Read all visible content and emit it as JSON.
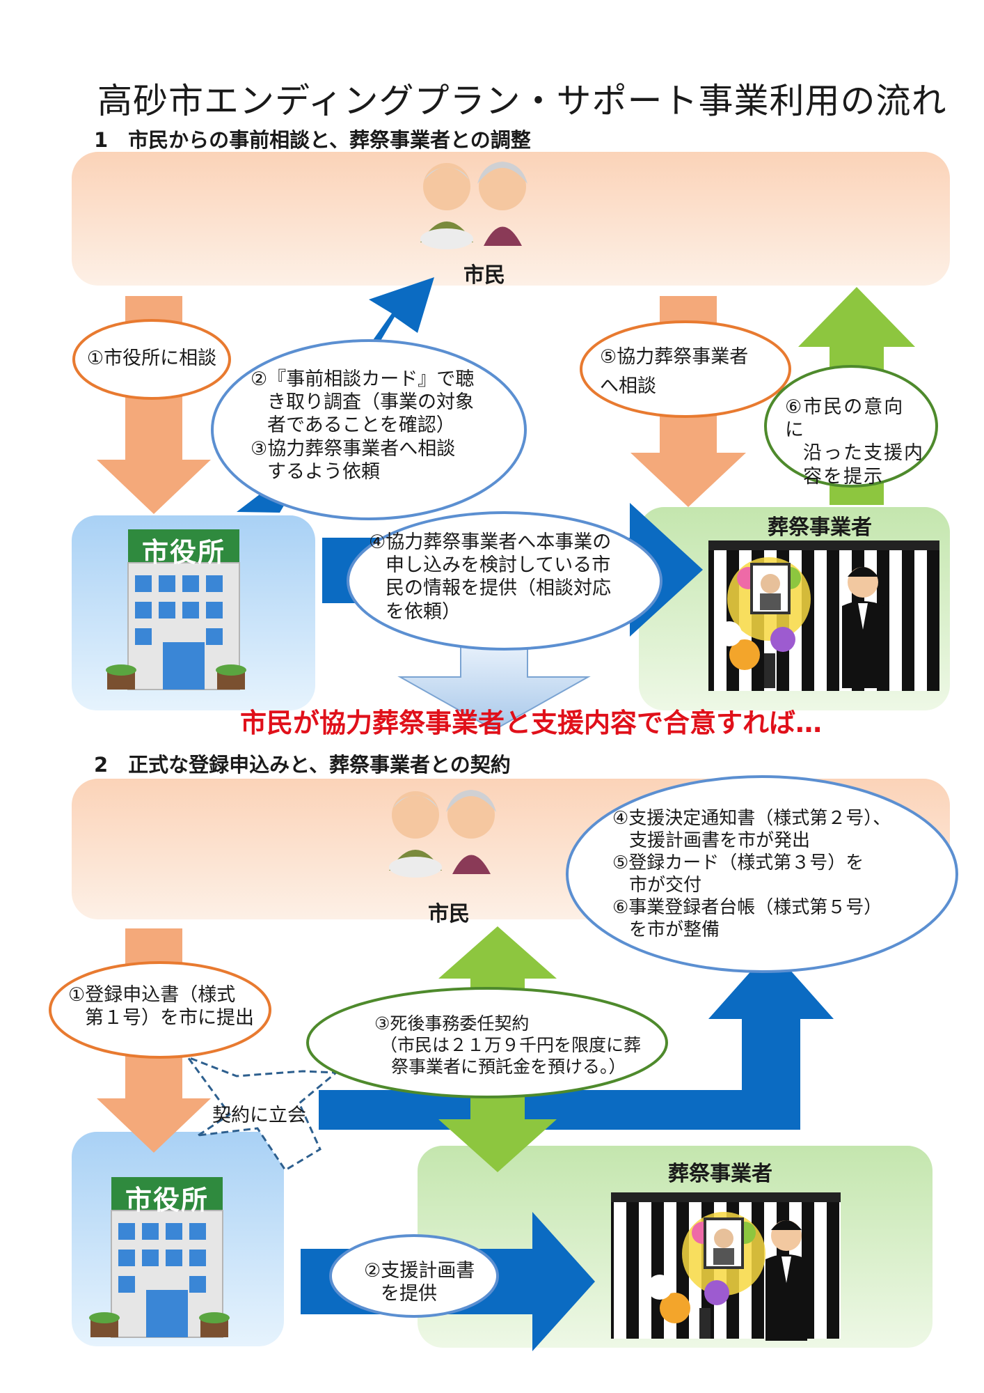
{
  "title": "高砂市エンディングプラン・サポート事業利用の流れ",
  "section1": {
    "heading": "1　市民からの事前相談と、葬祭事業者との調整",
    "citizen_label": "市民",
    "city_hall_sign": "市役所",
    "funeral_label": "葬祭事業者",
    "steps": {
      "s1": "①市役所に相談",
      "s2": [
        "②『事前相談カード』で聴",
        "き取り調査（事業の対象",
        "者であることを確認）",
        "③協力葬祭事業者へ相談",
        "するよう依頼"
      ],
      "s4": [
        "④協力葬祭事業者へ本事業の",
        "申し込みを検討している市",
        "民の情報を提供（相談対応",
        "を依頼）"
      ],
      "s5": [
        "⑤協力葬祭事業者",
        "へ相談"
      ],
      "s6": [
        "⑥市民の意向に",
        "沿った支援内",
        "容を提示"
      ]
    }
  },
  "transition_text": "市民が協力葬祭事業者と支援内容で合意すれば…",
  "section2": {
    "heading": "2　正式な登録申込みと、葬祭事業者との契約",
    "citizen_label": "市民",
    "city_hall_sign": "市役所",
    "funeral_label": "葬祭事業者",
    "steps": {
      "s1": [
        "①登録申込書（様式",
        "第１号）を市に提出"
      ],
      "s2": [
        "②支援計画書",
        "を提供"
      ],
      "s3": [
        "③死後事務委任契約",
        "（市民は２１万９千円を限度に葬",
        "祭事業者に預託金を預ける。）"
      ],
      "s456": [
        "④支援決定通知書（様式第２号）、",
        "支援計画書を市が発出",
        "⑤登録カード（様式第３号）を",
        "市が交付",
        "⑥事業登録者台帳（様式第５号）",
        "を市が整備"
      ],
      "witness": "契約に立会"
    }
  },
  "colors": {
    "orange_arrow": "#f4a97a",
    "blue_arrow": "#0b6bc2",
    "green_arrow": "#8dc63f",
    "orange_outline": "#e87a30",
    "blue_outline": "#5b8fd1",
    "green_outline": "#4e8a2c",
    "red_text": "#e0101a",
    "citizen_band": "#fbd9c2",
    "city_panel": "#bcdcf7",
    "funeral_panel": "#d4eec3"
  }
}
